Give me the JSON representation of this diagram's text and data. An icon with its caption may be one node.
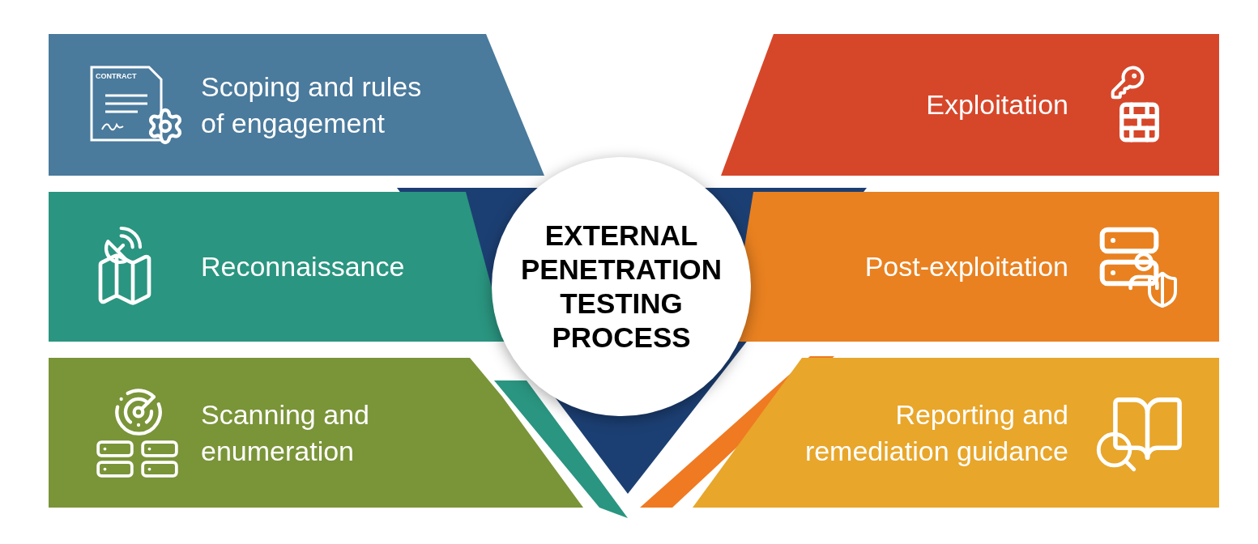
{
  "diagram": {
    "nodes": [
      {
        "text": [
          "EXTERNAL PENETRATION TESTING PROCESS"
        ]
      },
      {
        "text": [
          "Scoping and rules of engagement"
        ]
      },
      {
        "text": [
          "Reconnaissance"
        ]
      },
      {
        "text": [
          "Scanning and enumeration"
        ]
      },
      {
        "text": [
          "Exploitation"
        ]
      },
      {
        "text": [
          "Post-exploitation"
        ]
      },
      {
        "text": [
          "Reporting and remediation guidance"
        ]
      }
    ],
    "labels": [
      "CONTRACT"
    ]
  }
}
